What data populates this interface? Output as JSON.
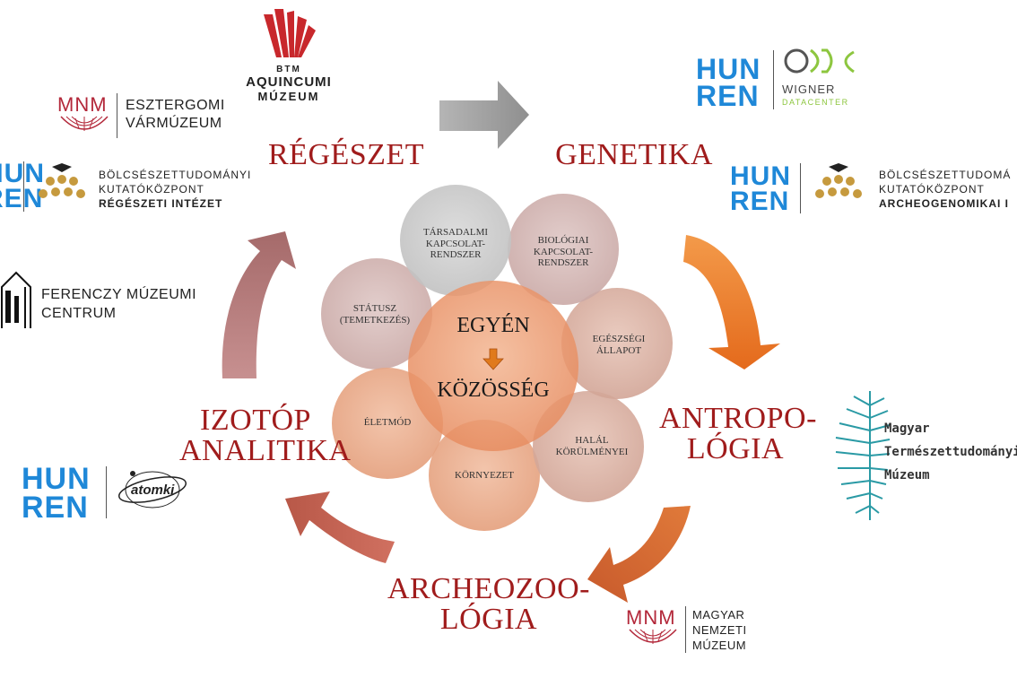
{
  "center": {
    "top": "EGYÉN",
    "bottom": "KÖZÖSSÉG"
  },
  "petals": [
    {
      "lines": [
        "TÁRSADALMI",
        "KAPCSOLAT-",
        "RENDSZER"
      ]
    },
    {
      "lines": [
        "BIOLÓGIAI",
        "KAPCSOLAT-",
        "RENDSZER"
      ]
    },
    {
      "lines": [
        "EGÉSZSÉGI",
        "ÁLLAPOT"
      ]
    },
    {
      "lines": [
        "HALÁL",
        "KÖRÜLMÉNYEI"
      ]
    },
    {
      "lines": [
        "KÖRNYEZET"
      ]
    },
    {
      "lines": [
        "ÉLETMÓD"
      ]
    },
    {
      "lines": [
        "STÁTUSZ",
        "(TEMETKEZÉS)"
      ]
    }
  ],
  "disciplines": {
    "regeszet": "RÉGÉSZET",
    "genetika": "GENETIKA",
    "antropologia_1": "ANTROPO-",
    "antropologia_2": "LÓGIA",
    "archeozoologia_1": "ARCHEOZOO-",
    "archeozoologia_2": "LÓGIA",
    "izotop_1": "IZOTÓP",
    "izotop_2": "ANALITIKA"
  },
  "logos": {
    "aquincum": {
      "line1": "BTM",
      "line2": "AQUINCUMI",
      "line3": "MÚZEUM"
    },
    "esztergom": {
      "mnm": "MNM",
      "line1": "ESZTERGOMI",
      "line2": "VÁRMÚZEUM"
    },
    "btk_regeszet": {
      "hun": "HUN",
      "ren": "REN",
      "line1": "BÖLCSÉSZETTUDOMÁNYI",
      "line2": "KUTATÓKÖZPONT",
      "line3": "RÉGÉSZETI INTÉZET"
    },
    "ferenczy": {
      "line1": "FERENCZY MÚZEUMI",
      "line2": "CENTRUM"
    },
    "atomki": {
      "hun": "HUN",
      "ren": "REN",
      "name": "atomki"
    },
    "wigner": {
      "hun": "HUN",
      "ren": "REN",
      "line1": "WIGNER",
      "line2": "DATACENTER"
    },
    "btk_archeogenomika": {
      "hun": "HUN",
      "ren": "REN",
      "line1": "BÖLCSÉSZETTUDOMÁ",
      "line2": "KUTATÓKÖZPONT",
      "line3": "ARCHEOGENOMIKAI I"
    },
    "mtm": {
      "line1": "Magyar",
      "line2": "Természettudományi",
      "line3": "Múzeum"
    },
    "mnm": {
      "mnm": "MNM",
      "line1": "MAGYAR",
      "line2": "NEMZETI",
      "line3": "MÚZEUM"
    }
  },
  "colors": {
    "discipline_text": "#a01c1c",
    "hunren_blue": "#1f88d8",
    "mnm_red": "#b3283a",
    "arrow_grey": "#9a9a9a",
    "arrow_orange": "#e8742a",
    "arrow_rust": "#c65a3a",
    "arrow_rose": "#b07070",
    "mtm_teal": "#2a9aa5"
  }
}
